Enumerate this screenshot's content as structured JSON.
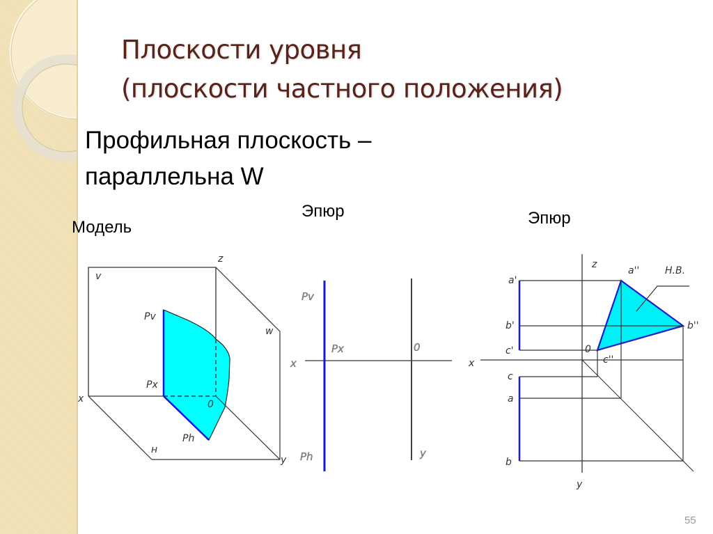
{
  "slide": {
    "title_line1": "Плоскости уровня",
    "title_line2": "(плоскости частного положения)",
    "subtitle_line1": "Профильная плоскость –",
    "subtitle_line2": "параллельна W",
    "page_number": "55"
  },
  "colors": {
    "title": "#5a231a",
    "plane_fill": "#00ffff",
    "trace_blue": "#1010e0",
    "line": "#333333",
    "strip": "#efdfb2"
  },
  "model": {
    "caption": "Модель",
    "labels": {
      "v": "v",
      "z": "z",
      "w": "w",
      "x": "x",
      "h": "н",
      "y": "y",
      "pv": "Pv",
      "px": "Px",
      "ph": "Ph",
      "o": "0"
    }
  },
  "epure1": {
    "caption": "Эпюр",
    "labels": {
      "pv": "Pv",
      "px": "Px",
      "x": "x",
      "o": "0",
      "ph": "Ph",
      "y": "y"
    }
  },
  "epure2": {
    "caption": "Эпюр",
    "labels": {
      "z": "z",
      "a1": "a'",
      "b1": "b'",
      "c1": "c'",
      "a2": "a''",
      "b2": "b''",
      "c2": "c''",
      "o": "0",
      "x": "x",
      "c": "c",
      "a": "a",
      "b": "b",
      "y": "y",
      "hb": "Н.В."
    }
  }
}
